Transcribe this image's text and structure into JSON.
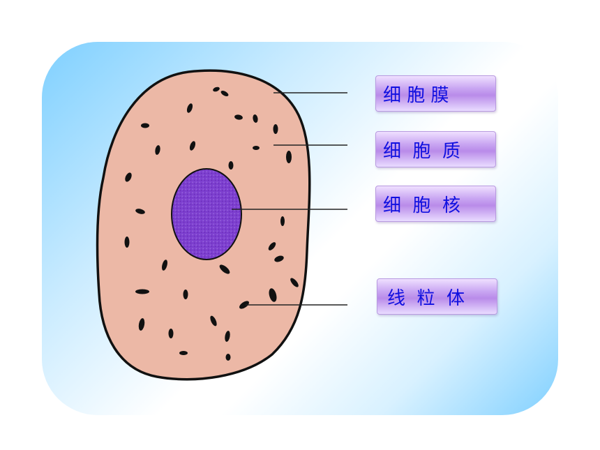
{
  "labels": {
    "membrane": "细 胞 膜",
    "cytoplasm": "细  胞  质",
    "nucleus": "细  胞  核",
    "mitochondria": "线  粒  体"
  },
  "colors": {
    "cytoplasm_fill": "#ecb8a6",
    "nucleus_fill": "#7d3fcf",
    "label_text": "#1010e0",
    "outline": "#111111"
  }
}
